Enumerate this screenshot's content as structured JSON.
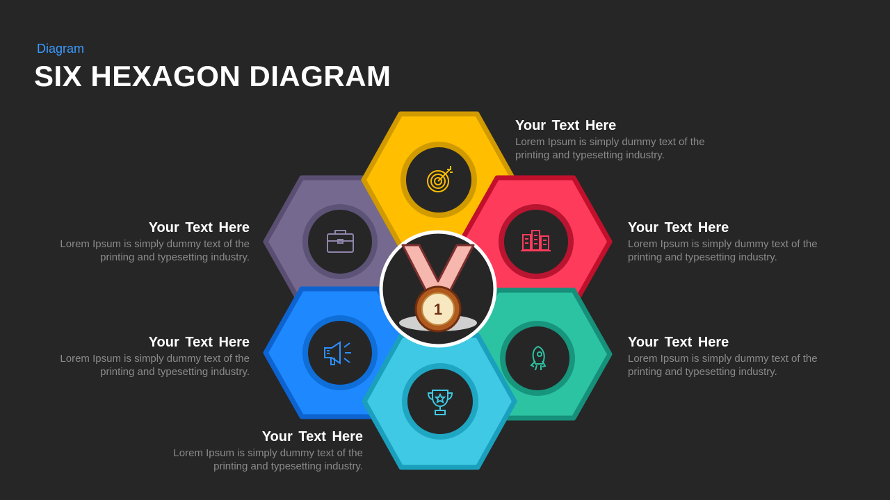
{
  "header": {
    "category": "Diagram",
    "title": "SIX HEXAGON DIAGRAM"
  },
  "colors": {
    "background": "#262626",
    "accent": "#3b9bff",
    "gold": "#ffbe00",
    "red": "#ff3b5c",
    "purple": "#75698f",
    "blue": "#1e88ff",
    "teal": "#2cc3a3",
    "cyan": "#3fc9e4"
  },
  "hexagons": [
    {
      "id": "top",
      "color_name": "gold",
      "icon": "target-icon"
    },
    {
      "id": "upper-right",
      "color_name": "red",
      "icon": "buildings-icon"
    },
    {
      "id": "upper-left",
      "color_name": "purple",
      "icon": "briefcase-icon"
    },
    {
      "id": "lower-left",
      "color_name": "blue",
      "icon": "megaphone-icon"
    },
    {
      "id": "lower-right",
      "color_name": "teal",
      "icon": "rocket-icon"
    },
    {
      "id": "bottom",
      "color_name": "cyan",
      "icon": "trophy-icon"
    }
  ],
  "center": {
    "icon": "medal-icon",
    "number": "1"
  },
  "textblocks": [
    {
      "title": "Your Text Here",
      "body_line1": "Lorem Ipsum is simply dummy text of the",
      "body_line2": "printing and typesetting industry."
    },
    {
      "title": "Your Text Here",
      "body_line1": "Lorem Ipsum is simply dummy text of the",
      "body_line2": "printing and typesetting industry."
    },
    {
      "title": "Your Text Here",
      "body_line1": "Lorem Ipsum is simply dummy text of the",
      "body_line2": "printing and typesetting industry."
    },
    {
      "title": "Your Text Here",
      "body_line1": "Lorem Ipsum is simply dummy text of the",
      "body_line2": "printing and typesetting industry."
    },
    {
      "title": "Your Text Here",
      "body_line1": "Lorem Ipsum is simply dummy text of the",
      "body_line2": "printing and typesetting industry."
    },
    {
      "title": "Your Text Here",
      "body_line1": "Lorem Ipsum is simply dummy text of the",
      "body_line2": "printing and typesetting industry."
    }
  ]
}
